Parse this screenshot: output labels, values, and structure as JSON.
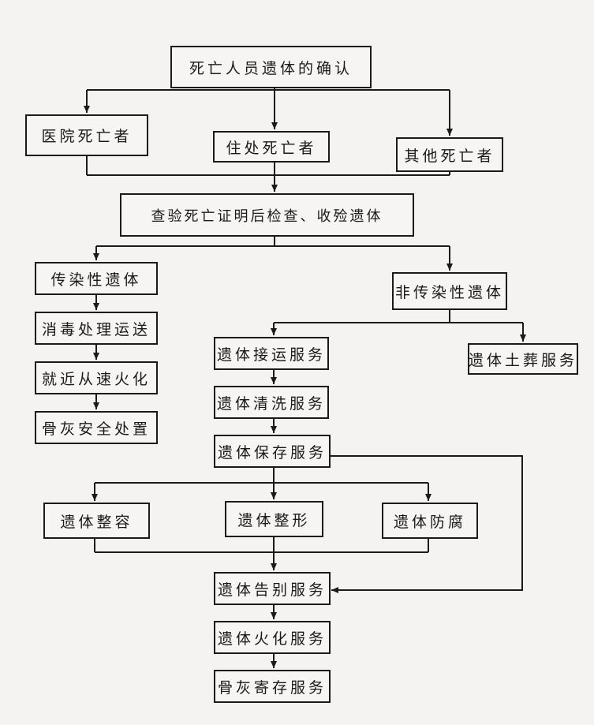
{
  "diagram": {
    "nodes": {
      "root": "死亡人员遗体的确认",
      "hospital": "医院死亡者",
      "residence": "住处死亡者",
      "other": "其他死亡者",
      "inspect": "查验死亡证明后检查、收殓遗体",
      "infectious": "传染性遗体",
      "disinfect": "消毒处理运送",
      "cremate_near": "就近从速火化",
      "ash_dispose": "骨灰安全处置",
      "noninfectious": "非传染性遗体",
      "transport": "遗体接运服务",
      "burial": "遗体土葬服务",
      "wash": "遗体清洗服务",
      "storage": "遗体保存服务",
      "makeup": "遗体整容",
      "reshape": "遗体整形",
      "preserve": "遗体防腐",
      "farewell": "遗体告别服务",
      "cremation": "遗体火化服务",
      "ash_storage": "骨灰寄存服务"
    }
  }
}
